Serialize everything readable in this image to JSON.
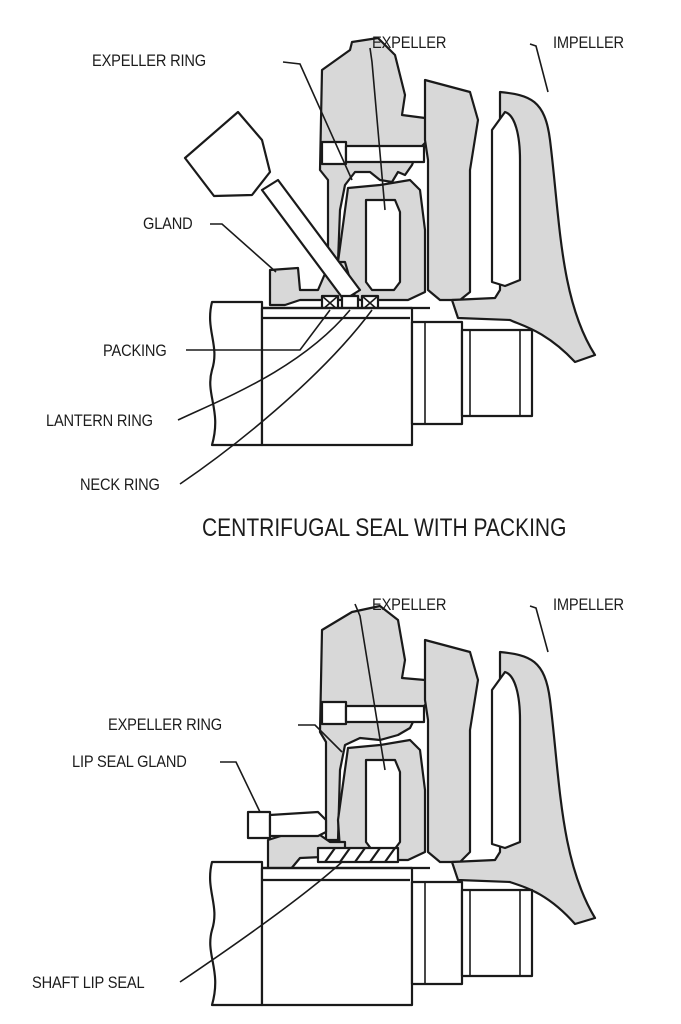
{
  "figure_top": {
    "labels": {
      "expeller_ring": "EXPELLER RING",
      "expeller": "EXPELLER",
      "impeller": "IMPELLER",
      "gland": "GLAND",
      "packing": "PACKING",
      "lantern_ring": "LANTERN RING",
      "neck_ring": "NECK RING"
    },
    "caption": "CENTRIFUGAL SEAL WITH PACKING"
  },
  "figure_bottom": {
    "labels": {
      "expeller": "EXPELLER",
      "impeller": "IMPELLER",
      "expeller_ring": "EXPELLER RING",
      "lip_seal_gland": "LIP SEAL GLAND",
      "shaft_lip_seal": "SHAFT LIP SEAL"
    }
  },
  "colors": {
    "fill": "#d8d8d8",
    "line": "#1a1a1a",
    "background": "#ffffff"
  }
}
